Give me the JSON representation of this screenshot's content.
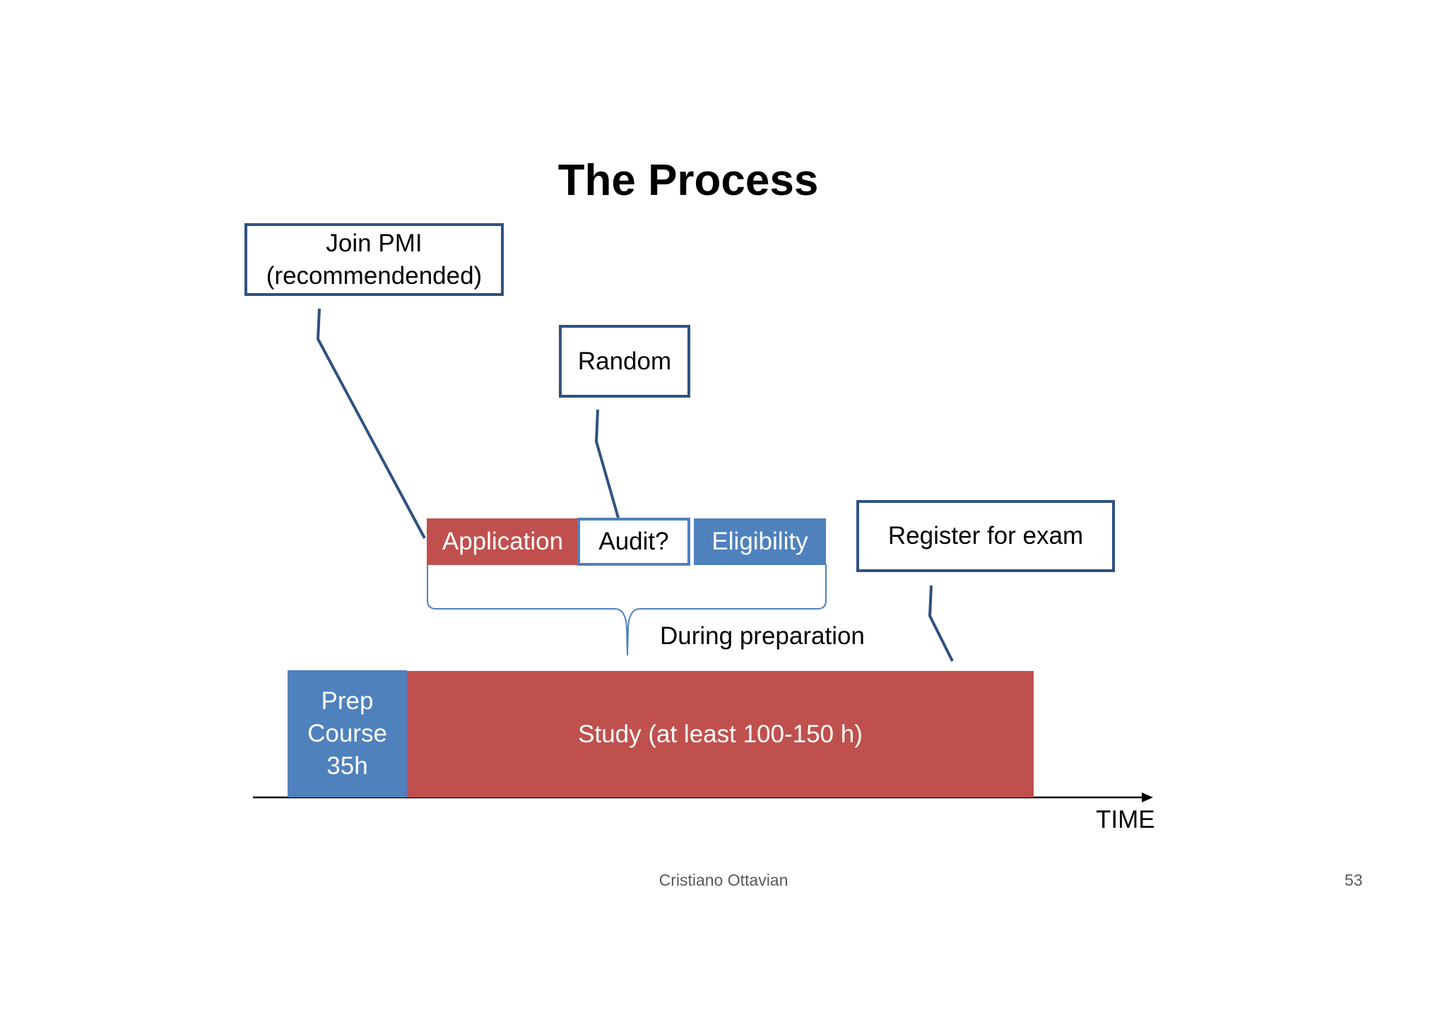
{
  "slide": {
    "title": "The Process",
    "footer_author": "Cristiano Ottavian",
    "page_number": "53"
  },
  "callouts": {
    "join_pmi": {
      "line1": "Join PMI",
      "line2": "(recommendended)"
    },
    "random": "Random",
    "register": "Register for exam"
  },
  "steps": {
    "application": "Application",
    "audit": "Audit?",
    "eligibility": "Eligibility"
  },
  "brace_label": "During preparation",
  "timeline": {
    "prep_course": {
      "line1": "Prep",
      "line2": "Course",
      "line3": "35h"
    },
    "study": "Study (at least 100-150 h)",
    "axis_label": "TIME"
  },
  "colors": {
    "red": "#c0504d",
    "blue": "#4f81bd",
    "callout_border": "#2f5280",
    "brace": "#4f81bd",
    "axis": "#000000"
  }
}
